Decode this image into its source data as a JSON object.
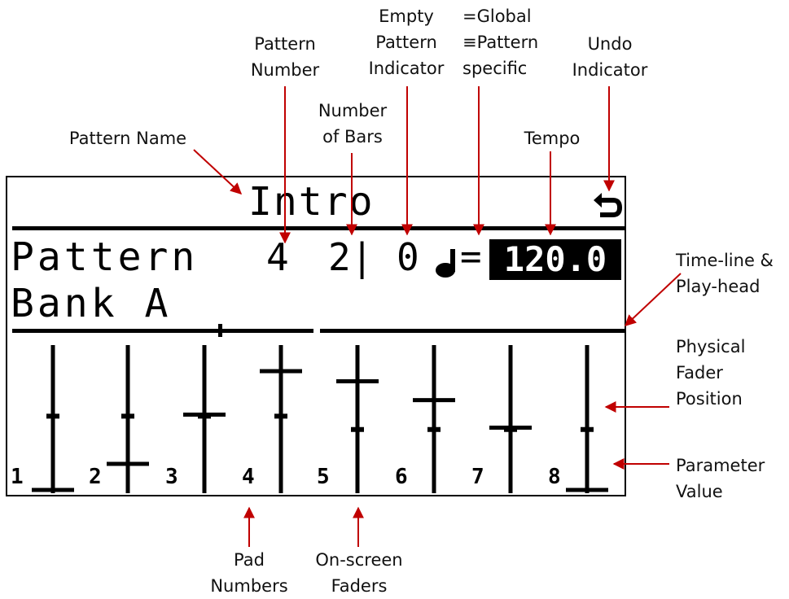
{
  "annotations": {
    "pattern_name": "Pattern Name",
    "pattern_number": "Pattern\nNumber",
    "number_of_bars": "Number\nof Bars",
    "empty_pattern_indicator": "Empty\nPattern\nIndicator",
    "tempo_mode": "=Global\n≡Pattern\nspecific",
    "undo_indicator": "Undo\nIndicator",
    "tempo": "Tempo",
    "timeline_playhead": "Time-line &\nPlay-head",
    "physical_fader_position": "Physical\nFader\nPosition",
    "parameter_value": "Parameter\nValue",
    "pad_numbers": "Pad\nNumbers",
    "onscreen_faders": "On-screen\nFaders"
  },
  "screen": {
    "title": "Intro",
    "undo_icon": "undo-icon",
    "pattern_label": "Pattern",
    "pattern_number": "4",
    "bars": "2|",
    "empty_indicator": "0",
    "tempo_icon": "note-icon",
    "tempo_sign": "=",
    "tempo_value": "120.0",
    "bank": "Bank A",
    "faders": [
      {
        "pad": "1",
        "physical": 0.52,
        "value": 0.0
      },
      {
        "pad": "2",
        "physical": 0.52,
        "value": 0.18
      },
      {
        "pad": "3",
        "physical": 0.52,
        "value": 0.52
      },
      {
        "pad": "4",
        "physical": 0.52,
        "value": 0.82
      },
      {
        "pad": "5",
        "physical": 0.43,
        "value": 0.75
      },
      {
        "pad": "6",
        "physical": 0.43,
        "value": 0.62
      },
      {
        "pad": "7",
        "physical": 0.43,
        "value": 0.43
      },
      {
        "pad": "8",
        "physical": 0.43,
        "value": 0.0
      }
    ]
  },
  "colors": {
    "arrow": "#c00000",
    "screen_ink": "#000000",
    "screen_bg": "#ffffff"
  }
}
